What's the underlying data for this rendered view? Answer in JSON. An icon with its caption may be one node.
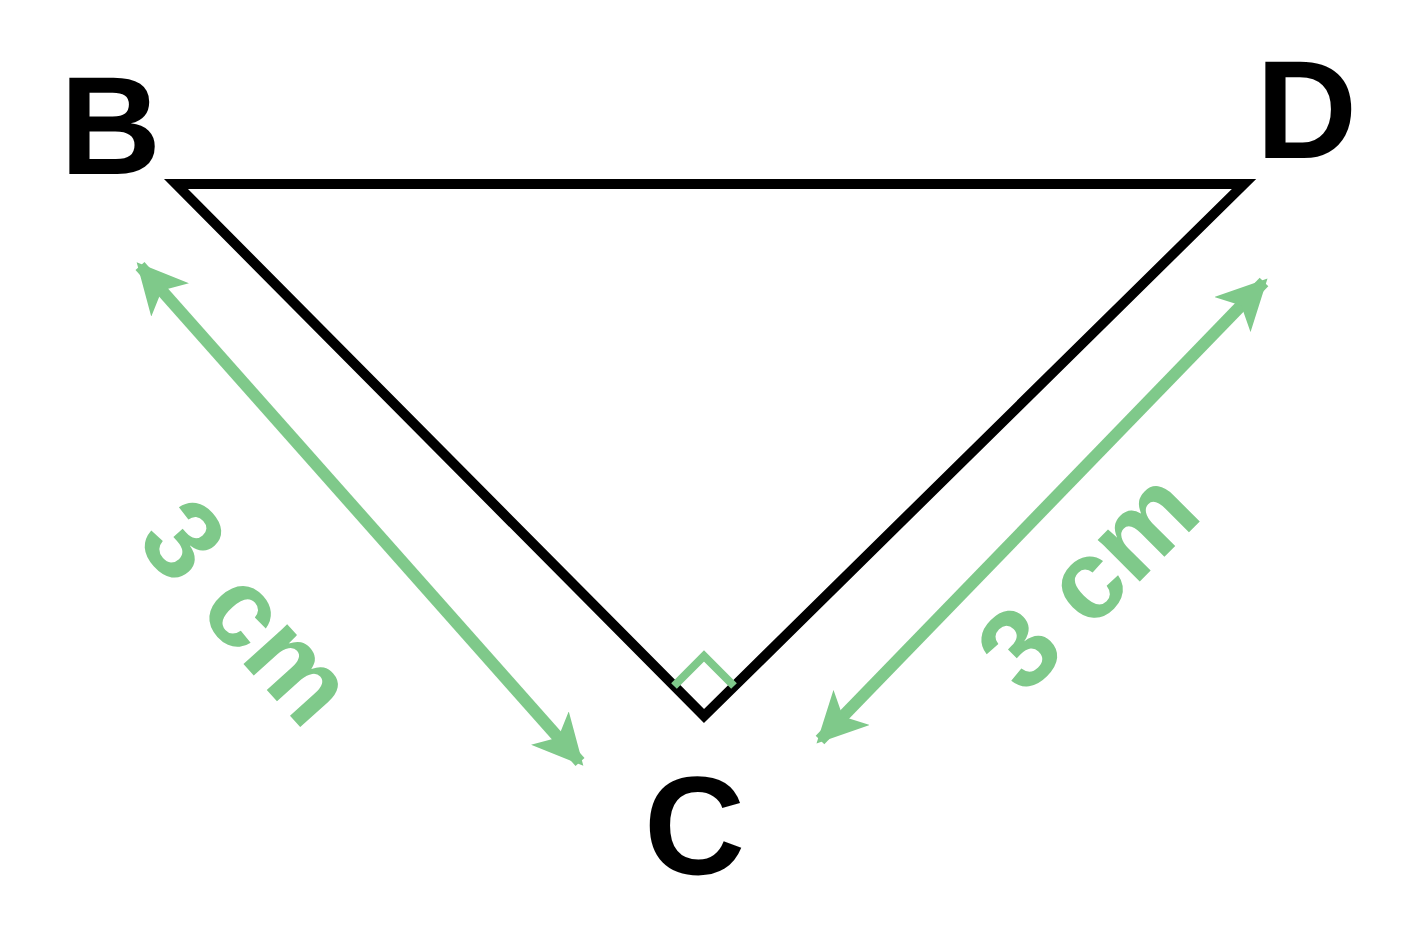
{
  "diagram": {
    "labels": [
      "B",
      "D",
      "C",
      "3 cm",
      "3 cm"
    ]
  }
}
